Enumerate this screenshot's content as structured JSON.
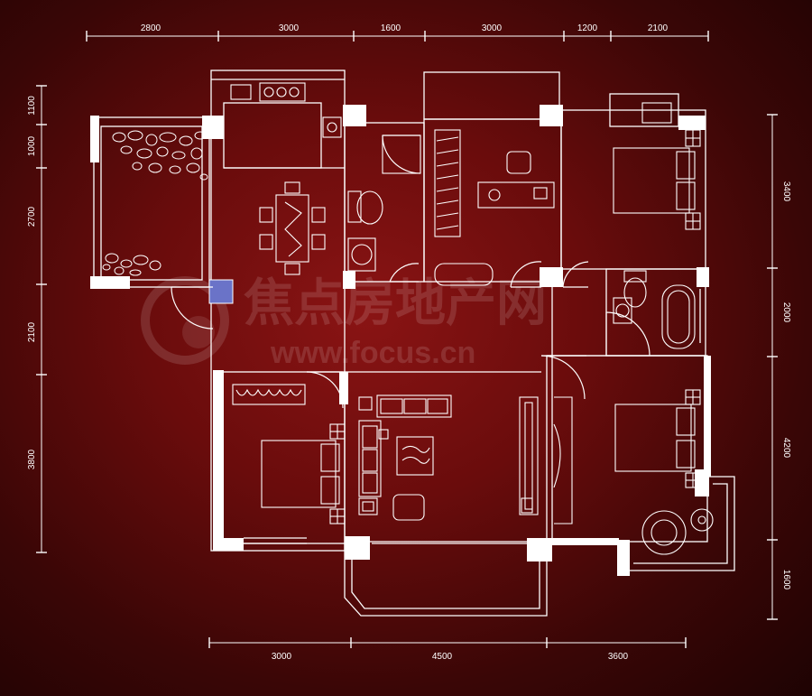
{
  "dimensions": {
    "top": [
      "2800",
      "3000",
      "1600",
      "3000",
      "1200",
      "2100"
    ],
    "bottom": [
      "3000",
      "4500",
      "3600"
    ],
    "left": [
      "1100",
      "1000",
      "2700",
      "2100",
      "3800"
    ],
    "right": [
      "3400",
      "2000",
      "4200",
      "1600"
    ]
  },
  "watermark": {
    "brand": "焦点房地产网",
    "url": "www.focus.cn"
  },
  "colors": {
    "background": "#6a0c0c",
    "lines": "#ffffff"
  }
}
